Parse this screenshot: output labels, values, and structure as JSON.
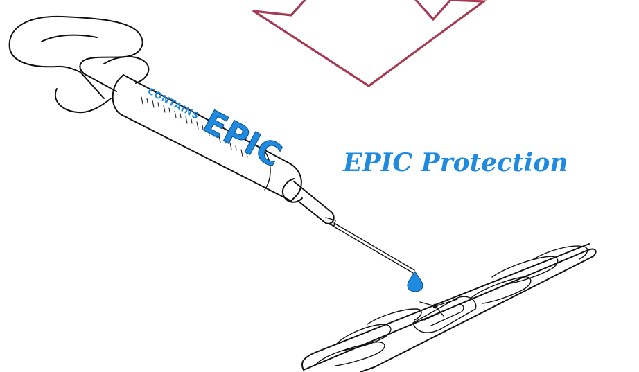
{
  "syringe": {
    "label_small": "CONTAINS",
    "label_big": "EPIC"
  },
  "caption": {
    "text": "EPIC Protection"
  },
  "colors": {
    "arrow": "#a63a52",
    "accent": "#1e8ae0",
    "ink": "#111111"
  },
  "icons": [
    "down-arrow",
    "syringe",
    "droplet",
    "rfid-tag"
  ]
}
